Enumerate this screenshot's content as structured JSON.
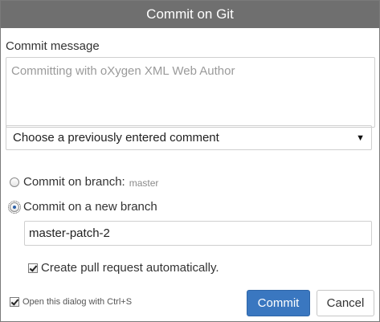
{
  "dialog": {
    "title": "Commit on Git"
  },
  "commit_message": {
    "label": "Commit message",
    "placeholder": "Committing with oXygen XML Web Author",
    "value": ""
  },
  "previous_comment": {
    "selected": "Choose a previously entered comment"
  },
  "branch_options": {
    "existing": {
      "label": "Commit on branch:",
      "branch_name": "master",
      "checked": false
    },
    "new_branch": {
      "label": "Commit on a new branch",
      "checked": true,
      "value": "master-patch-2"
    }
  },
  "pull_request": {
    "label": "Create pull request automatically.",
    "checked": true
  },
  "shortcut": {
    "label": "Open this dialog with Ctrl+S",
    "checked": true
  },
  "buttons": {
    "commit": "Commit",
    "cancel": "Cancel"
  },
  "colors": {
    "titlebar": "#6f6f6f",
    "primary_button": "#3a77c0"
  }
}
